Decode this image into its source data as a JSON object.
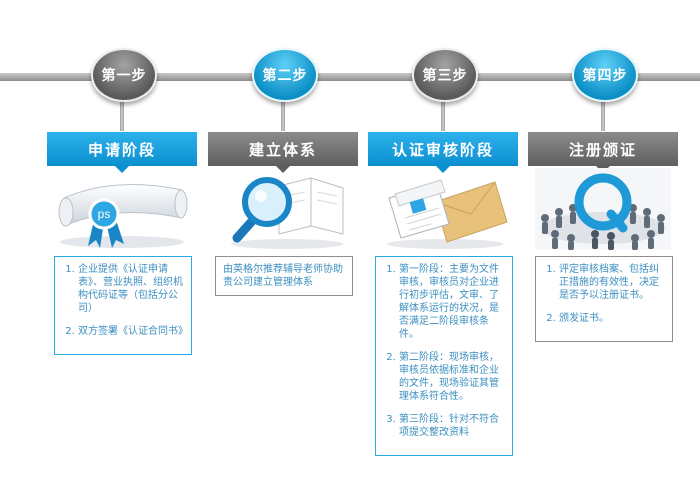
{
  "steps": [
    {
      "badge": "第一步",
      "title": "申请阶段",
      "illustration": "certificate-scroll-icon",
      "items": [
        "企业提供《认证申请表》、营业执照、组织机构代码证等（包括分公司）",
        "双方签署《认证合同书》"
      ]
    },
    {
      "badge": "第二步",
      "title": "建立体系",
      "illustration": "magnifier-book-icon",
      "paragraph": "由英格尔推荐辅导老师协助贵公司建立管理体系"
    },
    {
      "badge": "第三步",
      "title": "认证审核阶段",
      "illustration": "documents-envelope-icon",
      "items": [
        "第一阶段：主要为文件审核，审核员对企业进行初步评估，文审、了解体系运行的状况，是否满足二阶段审核条件。",
        "第二阶段：现场审核，审核员依据标准和企业的文件，现场验证其管理体系符合性。",
        "第三阶段：针对不符合项提交整改资料"
      ]
    },
    {
      "badge": "第四步",
      "title": "注册颁证",
      "illustration": "team-circle-q-icon",
      "items": [
        "评定审核档案、包括纠正措施的有效性，决定是否予以注册证书。",
        "颁发证书。"
      ]
    }
  ],
  "colors": {
    "blue": "#0c8fcf",
    "gray": "#5e5e5e",
    "text": "#3b8fc0"
  }
}
